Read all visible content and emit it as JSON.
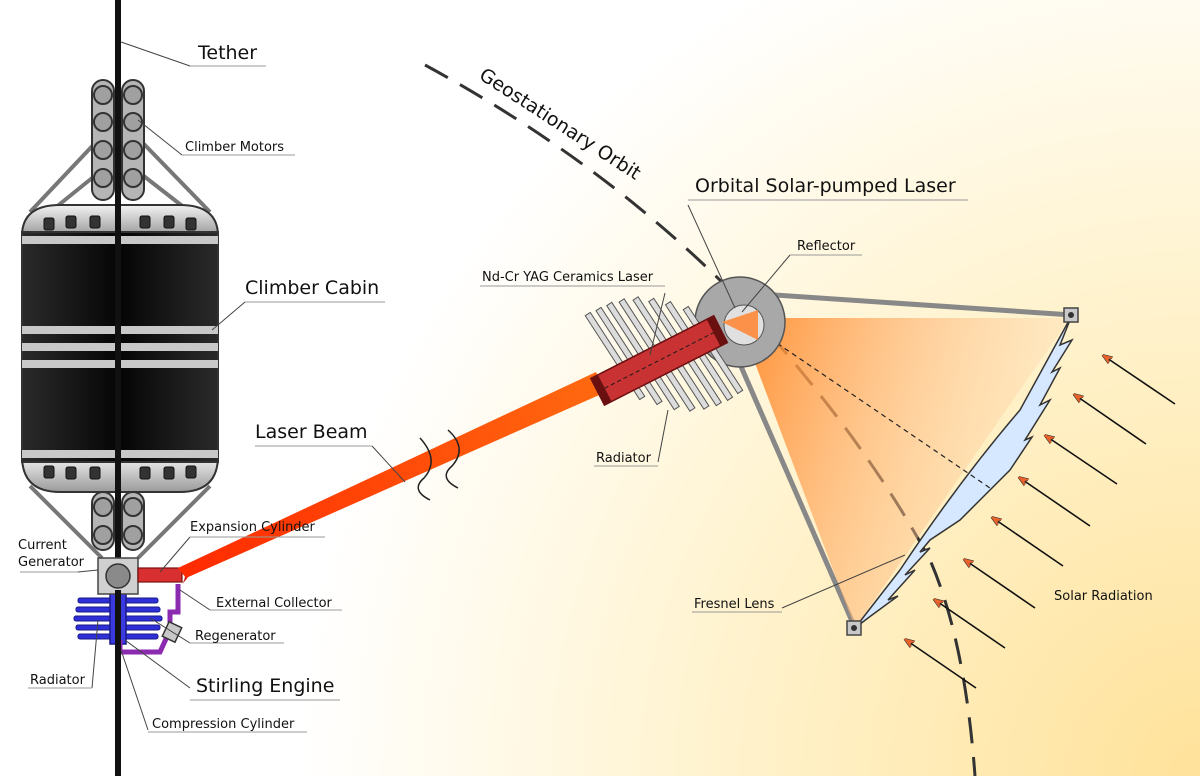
{
  "labels": {
    "tether": "Tether",
    "climber_motors": "Climber Motors",
    "climber_cabin": "Climber Cabin",
    "laser_beam": "Laser Beam",
    "expansion_cylinder": "Expansion Cylinder",
    "current_generator_1": "Current",
    "current_generator_2": "Generator",
    "external_collector": "External Collector",
    "regenerator": "Regenerator",
    "radiator_left": "Radiator",
    "stirling_engine": "Stirling Engine",
    "compression_cylinder": "Compression Cylinder",
    "geostationary_orbit": "Geostationary Orbit",
    "orbital_laser": "Orbital Solar-pumped Laser",
    "reflector": "Reflector",
    "ndcr_laser": "Nd-Cr YAG Ceramics Laser",
    "radiator_right": "Radiator",
    "fresnel_lens": "Fresnel Lens",
    "solar_radiation": "Solar Radiation"
  },
  "colors": {
    "cabin": "#111111",
    "cabin_band": "#c8c8c8",
    "laser_beam": "#ff3a0a",
    "laser_rod": "#c83232",
    "engine_blue": "#3030d0",
    "engine_purple": "#8030b0",
    "fresnel": "#d4e6ff",
    "sun_glow": "#ffe8a0",
    "orbit": "#333333"
  }
}
